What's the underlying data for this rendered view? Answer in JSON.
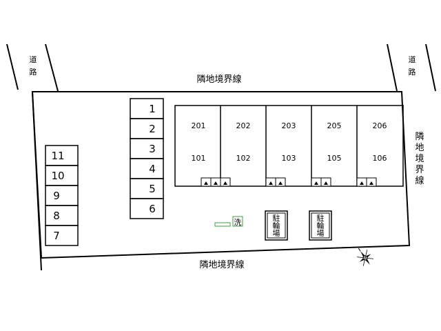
{
  "labels": {
    "road_left": [
      "道",
      "路"
    ],
    "road_right": [
      "道",
      "路"
    ],
    "boundary_top": "隣地境界線",
    "boundary_bottom": "隣地境界線",
    "boundary_right": [
      "隣",
      "地",
      "境",
      "界",
      "線"
    ],
    "wash": "洗",
    "bike_left": [
      "駐",
      "輪",
      "場"
    ],
    "bike_right": [
      "駐",
      "輪",
      "場"
    ]
  },
  "parking_center": [
    "1",
    "2",
    "3",
    "4",
    "5",
    "6"
  ],
  "parking_left": [
    "11",
    "10",
    "9",
    "8",
    "7"
  ],
  "units_upper": [
    "201",
    "202",
    "203",
    "205",
    "206"
  ],
  "units_lower": [
    "101",
    "102",
    "103",
    "105",
    "106"
  ],
  "colors": {
    "line": "#000000",
    "wash_tag": "#3b9c3b"
  },
  "icons": {
    "compass": "compass-rose-icon"
  }
}
